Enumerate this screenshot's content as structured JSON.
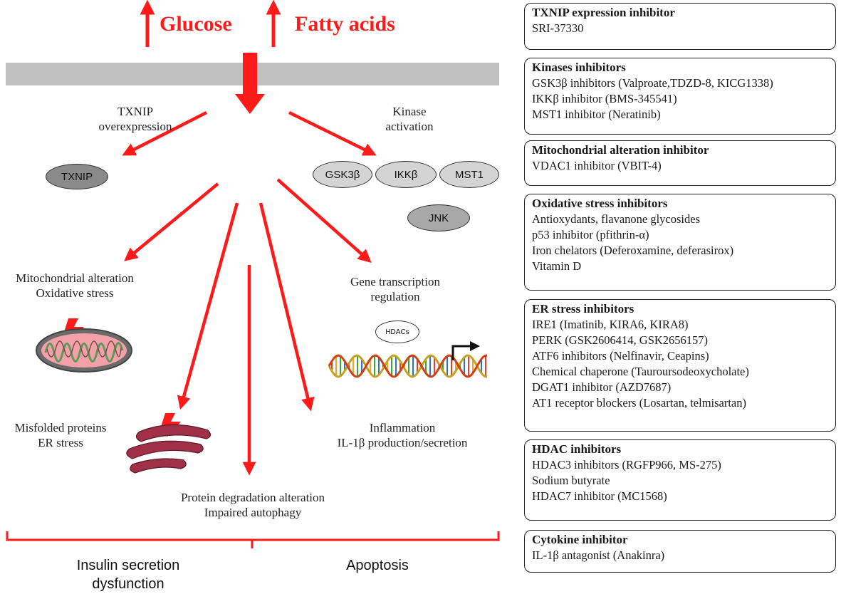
{
  "top": {
    "glucose": "Glucose",
    "fatty_acids": "Fatty acids"
  },
  "colors": {
    "arrow": "#ff1a1a",
    "membrane": "#c0c0c0",
    "mito_fill": "#f4a0a8",
    "er_fill": "#a03048"
  },
  "left": {
    "txnip_label": [
      "TXNIP",
      "overexpression"
    ],
    "txnip_node": "TXNIP",
    "kinase_label": [
      "Kinase",
      "activation"
    ],
    "kinase_nodes": [
      "GSK3β",
      "IKKβ",
      "MST1",
      "JNK"
    ],
    "mito_label": [
      "Mitochondrial alteration",
      "Oxidative stress"
    ],
    "gene_label": [
      "Gene transcription",
      "regulation"
    ],
    "hdacs_node": "HDACs",
    "misfolded_label": [
      "Misfolded proteins",
      "ER stress"
    ],
    "inflammation_label": [
      "Inflammation",
      "IL-1β production/secretion"
    ],
    "protein_label": [
      "Protein degradation alteration",
      "Impaired autophagy"
    ],
    "outcome_left": [
      "Insulin secretion",
      "dysfunction"
    ],
    "outcome_right": "Apoptosis"
  },
  "inhibitors": [
    {
      "title": "TXNIP  expression inhibitor",
      "items": [
        "SRI-37330"
      ]
    },
    {
      "title": "Kinases inhibitors",
      "items": [
        "GSK3β inhibitors (Valproate,TDZD-8, KICG1338)",
        "IKKβ inhibitor (BMS-345541)",
        "MST1 inhibitor (Neratinib)"
      ]
    },
    {
      "title": "Mitochondrial alteration inhibitor",
      "items": [
        "VDAC1 inhibitor (VBIT-4)"
      ]
    },
    {
      "title": "Oxidative stress inhibitors",
      "items": [
        "Antioxydants, flavanone glycosides",
        "p53 inhibitor (pfithrin-α)",
        "Iron chelators (Deferoxamine,  deferasirox)",
        "Vitamin D"
      ]
    },
    {
      "title": "ER  stress inhibitors",
      "items": [
        "IRE1 (Imatinib, KIRA6, KIRA8)",
        "PERK (GSK2606414, GSK2656157)",
        "ATF6 inhibitors (Nelfinavir, Ceapins)",
        "Chemical chaperone (Tauroursodeoxycholate)",
        "DGAT1 inhibitor (AZD7687)",
        "AT1 receptor blockers (Losartan, telmisartan)"
      ]
    },
    {
      "title": "HDAC inhibitors",
      "items": [
        "HDAC3 inhibitors (RGFP966, MS-275)",
        "Sodium butyrate",
        "HDAC7 inhibitor (MC1568)"
      ]
    },
    {
      "title": "Cytokine inhibitor",
      "items": [
        "IL-1β antagonist (Anakinra)"
      ]
    }
  ]
}
